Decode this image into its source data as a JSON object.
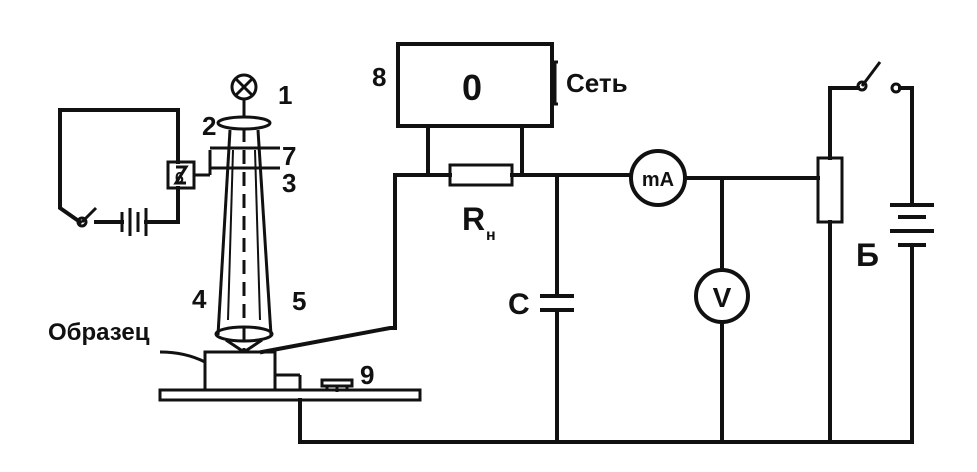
{
  "labels": {
    "lamp": "1",
    "lens_top": "2",
    "slit": "3",
    "lens_bottom": "4",
    "contact": "5",
    "modulator": "6",
    "disk": "7",
    "oscilloscope_num": "8",
    "clamp": "9",
    "oscilloscope": "0",
    "mains": "Сеть",
    "load_resistor": "R",
    "load_resistor_sub": "н",
    "capacitor": "C",
    "milliammeter": "mA",
    "voltmeter": "V",
    "battery": "Б",
    "sample": "Образец"
  },
  "colors": {
    "ink": "#111111",
    "background": "#ffffff"
  }
}
